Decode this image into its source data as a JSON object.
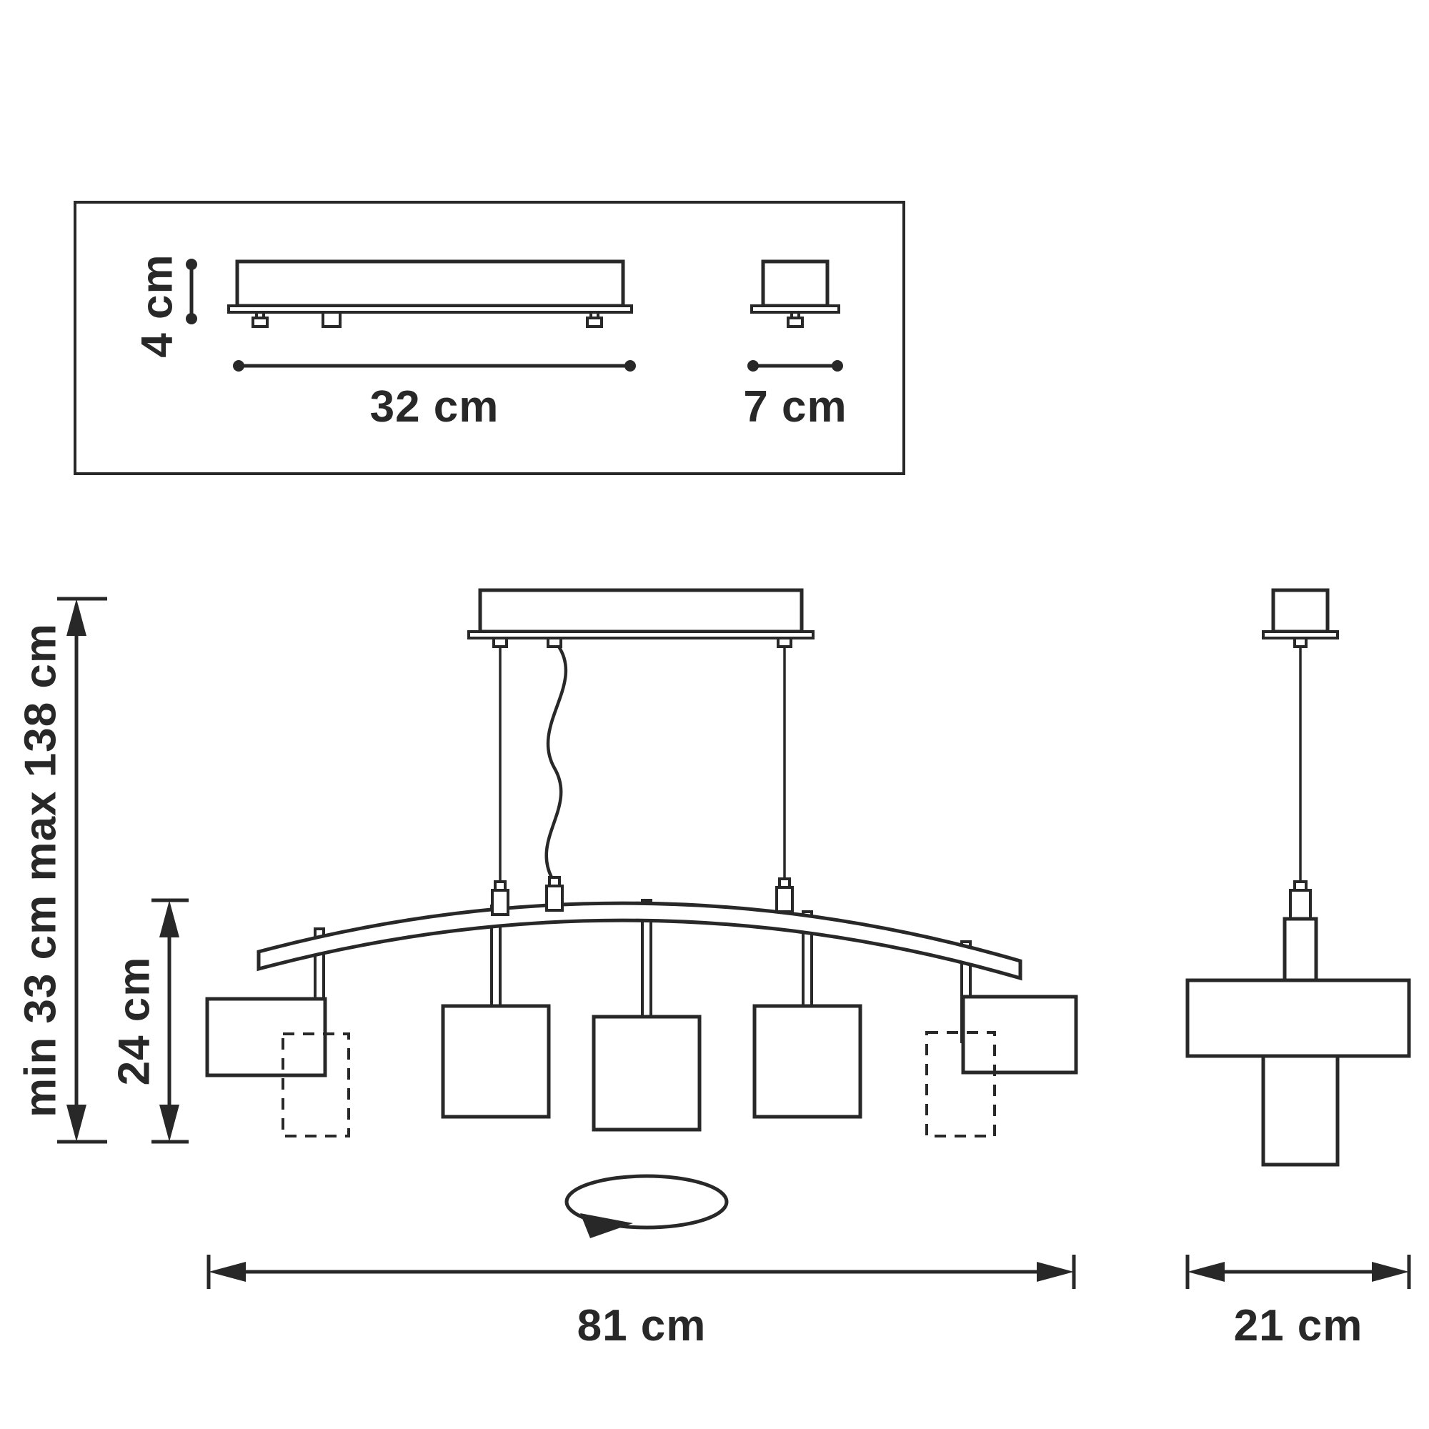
{
  "page": {
    "background": "#ffffff",
    "line_color": "#282828"
  },
  "labels": {
    "canopy_height": "4 cm",
    "canopy_length": "32 cm",
    "canopy_depth": "7 cm",
    "overall_height": "min 33 cm max 138 cm",
    "body_height": "24 cm",
    "overall_length": "81 cm",
    "overall_depth": "21 cm"
  }
}
